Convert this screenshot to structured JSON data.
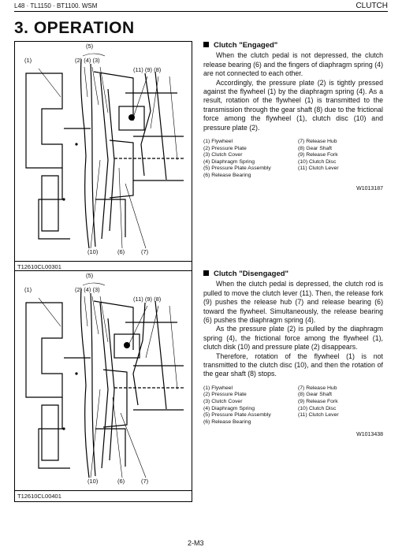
{
  "header": {
    "doc_ref": "L48 · TL1150 · BT1100. WSM",
    "section": "CLUTCH"
  },
  "title": "3. OPERATION",
  "figures": [
    {
      "code": "T12610CL00301",
      "callouts": {
        "c1": "(1)",
        "c5": "(5)",
        "c2_4_3": "(2) (4) (3)",
        "c11_9_8": "(11) (9) (8)",
        "c10": "(10)",
        "c6": "(6)",
        "c7": "(7)"
      }
    },
    {
      "code": "T12610CL00401",
      "callouts": {
        "c1": "(1)",
        "c5": "(5)",
        "c2_4_3": "(2) (4) (3)",
        "c11_9_8": "(11) (9) (8)",
        "c10": "(10)",
        "c6": "(6)",
        "c7": "(7)"
      }
    }
  ],
  "engaged": {
    "heading": "Clutch \"Engaged\"",
    "paragraphs": [
      "When the clutch pedal is not depressed, the clutch release bearing (6) and the fingers of diaphragm spring (4) are not connected to each other.",
      "Accordingly, the pressure plate (2) is tightly pressed against the flywheel (1) by the diaphragm spring (4). As a result, rotation of the flywheel (1) is transmitted to the transmission through the gear shaft (8) due to the frictional force among the flywheel (1), clutch disc (10) and pressure plate (2)."
    ],
    "parts_left": [
      "(1) Flywheel",
      "(2) Pressure Plate",
      "(3) Clutch Cover",
      "(4) Diaphragm Spring",
      "(5) Pressure Plate Assembly",
      "(6) Release Bearing"
    ],
    "parts_right": [
      "(7) Release Hub",
      "(8) Gear Shaft",
      "(9) Release Fork",
      "(10) Clutch Disc",
      "(11) Clutch Lever"
    ],
    "ref": "W1013187"
  },
  "disengaged": {
    "heading": "Clutch \"Disengaged\"",
    "paragraphs": [
      "When the clutch pedal is depressed, the clutch rod is pulled to move the clutch lever (11). Then, the release fork (9) pushes the release hub (7) and release bearing (6) toward the flywheel. Simultaneously, the release bearing (6) pushes the diaphragm spring (4).",
      "As the pressure plate (2) is pulled by the diaphragm spring (4), the frictional force among the flywheel (1), clutch disk (10) and pressure plate (2) disappears.",
      "Therefore, rotation of the flywheel (1) is not transmitted to the clutch disc (10), and then the rotation of the gear shaft (8) stops."
    ],
    "parts_left": [
      "(1) Flywheel",
      "(2) Pressure Plate",
      "(3) Clutch Cover",
      "(4) Diaphragm Spring",
      "(5) Pressure Plate Assembly",
      "(6) Release Bearing"
    ],
    "parts_right": [
      "(7) Release Hub",
      "(8) Gear Shaft",
      "(9) Release Fork",
      "(10) Clutch Disc",
      "(11) Clutch Lever"
    ],
    "ref": "W1013438"
  },
  "page_number": "2-M3"
}
